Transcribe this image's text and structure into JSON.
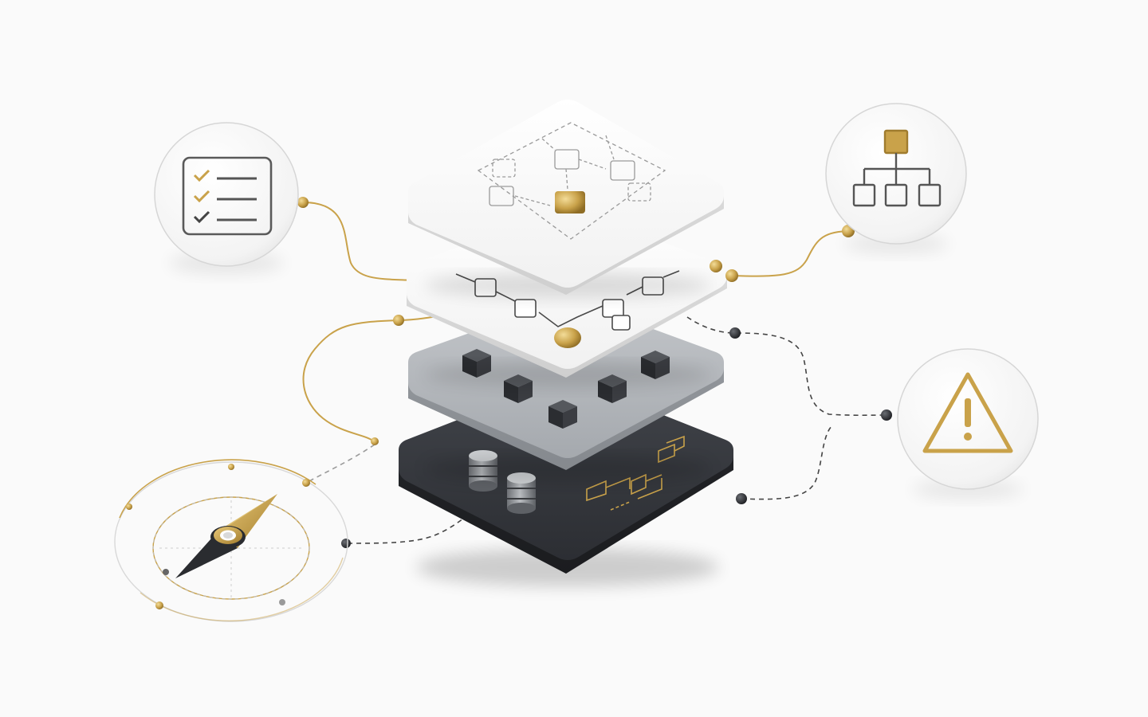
{
  "palette": {
    "background": "#fafafa",
    "gold": "#c9a24a",
    "gold_light": "#e6c878",
    "gold_dark": "#9c7a2e",
    "line_gray": "#8a8a8a",
    "white_layer": "#ffffff",
    "gray_layer": "#aeb2b8",
    "dark_layer": "#34373c",
    "node_dark": "#2c2e33"
  },
  "layers": [
    {
      "name": "workflow-design-layer",
      "icon": "grid-workflow-icon"
    },
    {
      "name": "process-chain-layer",
      "icon": "process-chain-icon"
    },
    {
      "name": "module-blocks-layer",
      "icon": "cubes-icon"
    },
    {
      "name": "data-storage-layer",
      "icon": "database-icon"
    }
  ],
  "satellites": [
    {
      "name": "checklist-badge",
      "icon": "checklist-icon"
    },
    {
      "name": "hierarchy-badge",
      "icon": "org-chart-icon"
    },
    {
      "name": "warning-badge",
      "icon": "warning-icon"
    },
    {
      "name": "navigation-compass",
      "icon": "compass-icon"
    }
  ]
}
